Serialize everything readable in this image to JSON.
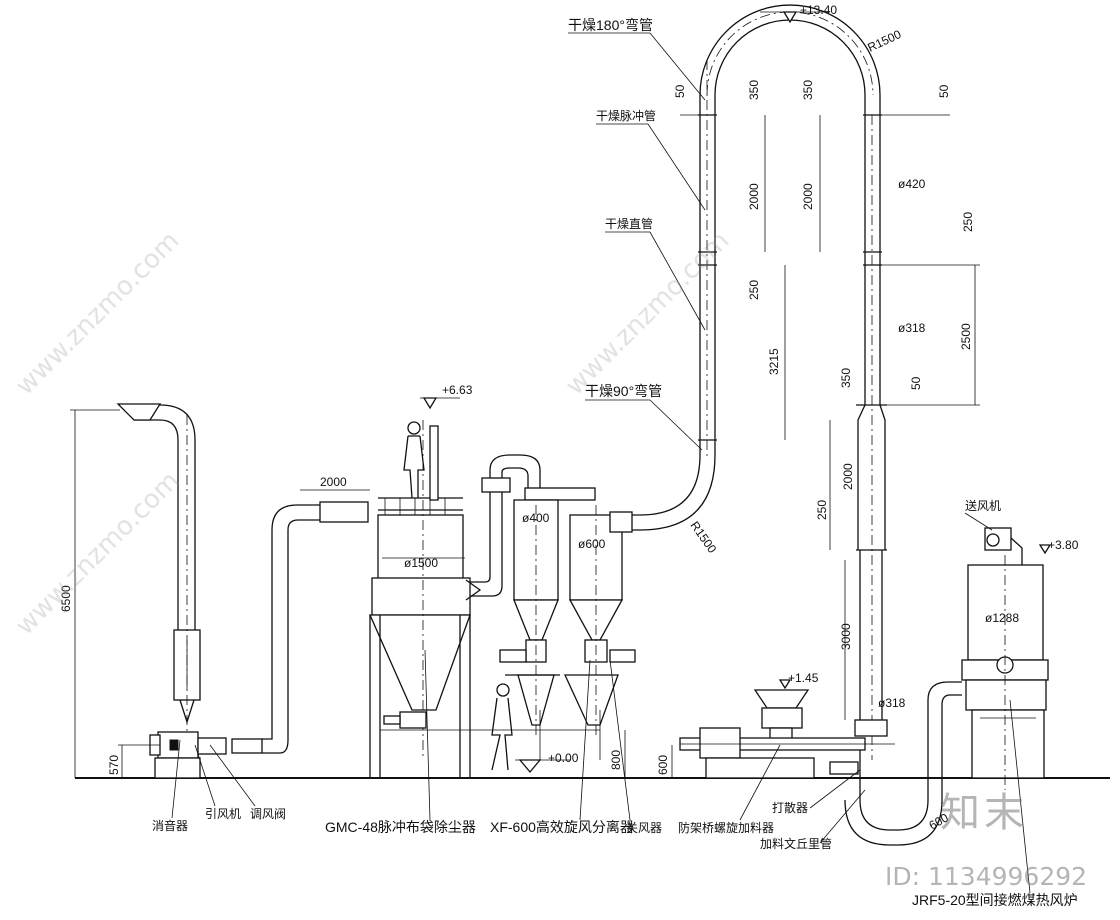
{
  "elevations": {
    "top": "+13.40",
    "collector_top": "+6.63",
    "heater": "+3.80",
    "feeder": "+1.45",
    "ground": "+0.00"
  },
  "callouts": {
    "bend_180": "干燥180°弯管",
    "pulse_pipe": "干燥脉冲管",
    "straight_pipe": "干燥直管",
    "bend_90": "干燥90°弯管",
    "muffler": "消音器",
    "induced_fan": "引风机",
    "damper": "调风阀",
    "bag_filter": "GMC-48脉冲布袋除尘器",
    "cyclone": "XF-600高效旋风分离器",
    "airlock": "关风器",
    "screw_feeder": "防架桥螺旋加料器",
    "breaker": "打散器",
    "venturi": "加料文丘里管",
    "furnace": "JRF5-20型间接燃煤热风炉",
    "blower": "送风机"
  },
  "dimensions": {
    "d6500": "6500",
    "d570": "570",
    "d2000_top": "2000",
    "d1500": "ø1500",
    "d400": "ø400",
    "d600": "ø600",
    "r1500_a": "R1500",
    "r1500_b": "R1500",
    "d800": "800",
    "d600_h": "600",
    "d50_a": "50",
    "d350_a": "350",
    "d350_b": "350",
    "d50_b": "50",
    "d2000_l": "2000",
    "d2000_r": "2000",
    "d420": "ø420",
    "d250_a": "250",
    "d250_b": "250",
    "d3215": "3215",
    "d2500": "2500",
    "d318_a": "ø318",
    "d350_c": "350",
    "d50_c": "50",
    "d2000_low": "2000",
    "d250_c": "250",
    "d3000": "3000",
    "d318_b": "ø318",
    "d1288": "ø1288",
    "d600_bot": "600"
  },
  "watermark": {
    "logo": "知末",
    "id": "ID: 1134996292",
    "url": "www.znzmo.com"
  }
}
